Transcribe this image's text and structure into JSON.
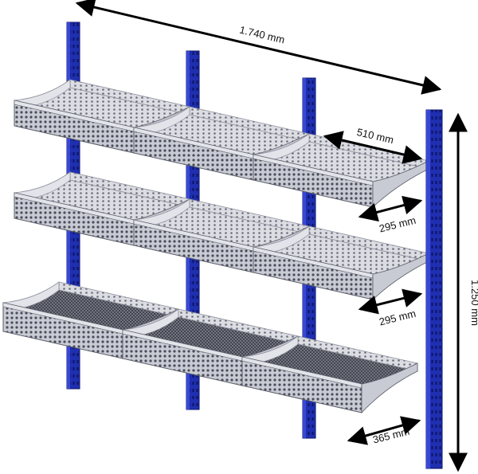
{
  "diagram": {
    "colors": {
      "upright": "#1f2fb0",
      "upright_dark": "#0d1566",
      "tray_body": "#c9cbd4",
      "tray_light": "#e3e4ea",
      "tray_dark": "#8d909c",
      "perforation": "#4a4d5a",
      "tray_edge_trim": "#3c43c4",
      "arrow": "#000000"
    },
    "uprights": [
      {
        "name": "upright-1"
      },
      {
        "name": "upright-2"
      },
      {
        "name": "upright-3"
      },
      {
        "name": "upright-4"
      }
    ],
    "shelf_levels": [
      {
        "name": "shelf-level-top",
        "bottom_mesh": false
      },
      {
        "name": "shelf-level-middle",
        "bottom_mesh": false
      },
      {
        "name": "shelf-level-bottom",
        "bottom_mesh": true
      }
    ],
    "dimensions": {
      "total_width": "1.740 mm",
      "total_height": "1.250 mm",
      "tray_width": "510 mm",
      "depth_top": "295 mm",
      "depth_middle": "295 mm",
      "depth_bottom": "365 mm"
    }
  }
}
